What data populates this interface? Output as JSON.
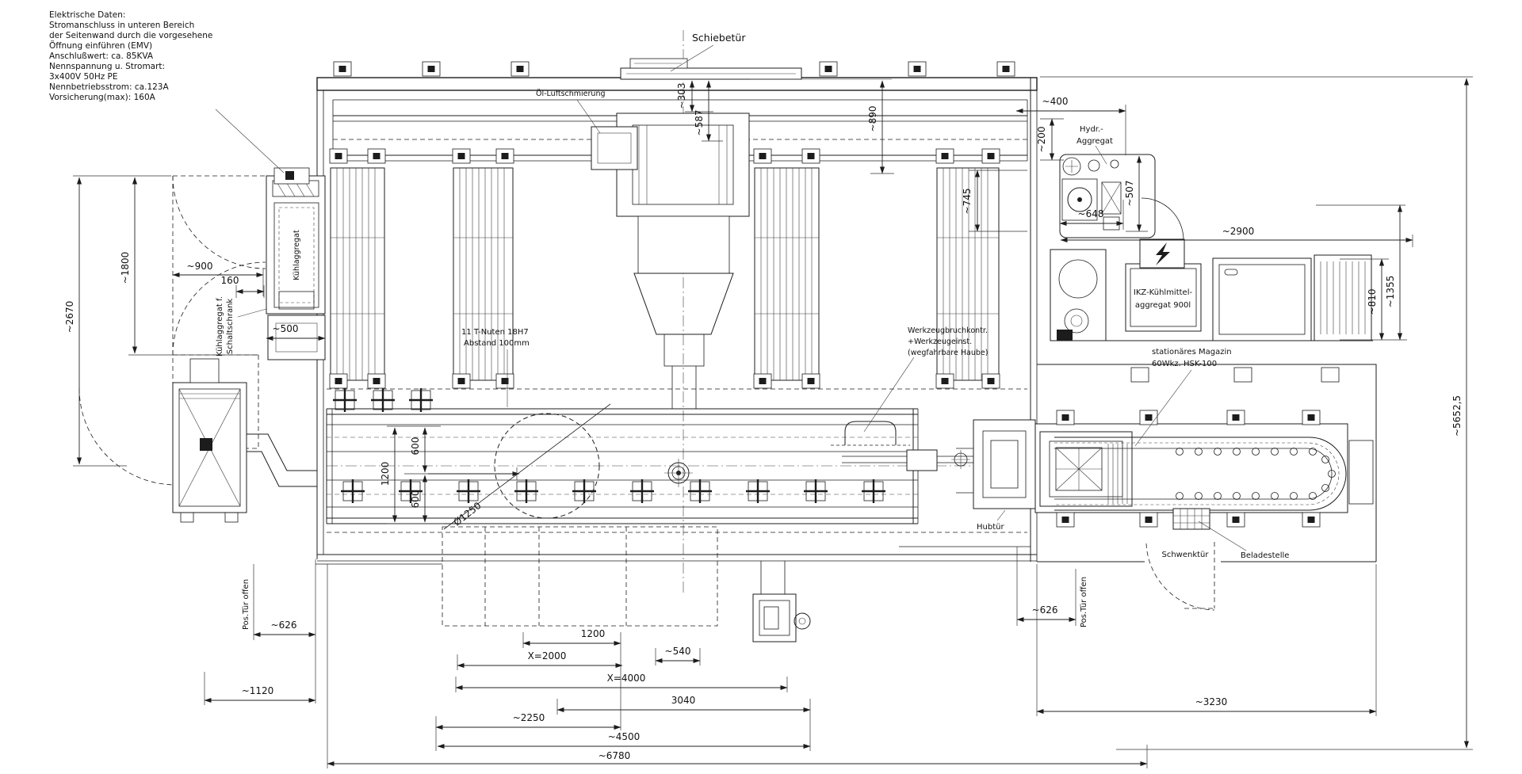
{
  "drawing": {
    "kind": "machine-tool floor plan (top view) CAD drawing",
    "line_color": "#1c1c1c",
    "background": "#ffffff"
  },
  "notes": {
    "electrical": {
      "lines": [
        "Elektrische Daten:",
        "Stromanschluss in unteren Bereich",
        "der Seitenwand durch die vorgesehene",
        "Öffnung einführen (EMV)",
        "Anschlußwert: ca. 85KVA",
        "Nennspannung u. Stromart:",
        "3x400V 50Hz PE",
        "Nennbetriebsstrom: ca.123A",
        "Vorsicherung(max): 160A"
      ]
    }
  },
  "labels": {
    "schiebetuer": "Schiebetür",
    "oel_luftschmierung": "Öl-Luftschmierung",
    "hydr_aggregat": [
      "Hydr.-",
      "Aggregat"
    ],
    "ikz": [
      "IKZ-Kühlmittel-",
      "aggregat 900l"
    ],
    "magazin": [
      "stationäres Magazin",
      "60Wkz. HSK-100"
    ],
    "werkzeugkontrolle": [
      "Werkzeugbruchkontr.",
      "+Werkzeugeinst.",
      "(wegfahrbare Haube)"
    ],
    "t_nuten": [
      "11 T-Nuten 18H7",
      "Abstand 100mm"
    ],
    "kuehlaggregat_schaltschrank": [
      "Kühlaggregat f.",
      "Schaltschrank"
    ],
    "kuehlaggregat_box": "Kühlaggregat",
    "hubtuer": "Hubtür",
    "schwenktuer": "Schwenktür",
    "beladestelle": "Beladestelle",
    "pos_tuer_offen_left": "Pos.Tür offen",
    "pos_tuer_offen_right": "Pos.Tür offen"
  },
  "dimensions": {
    "top": {
      "d303": "~303",
      "d587": "~587",
      "d890": "~890",
      "d400": "~400",
      "d200": "~200",
      "d507": "~507",
      "d648": "~648",
      "d745": "~745",
      "d2900": "~2900"
    },
    "right": {
      "d810": "~810",
      "d1355": "~1355",
      "d5652": "~5652,5"
    },
    "left": {
      "d2670": "~2670",
      "d1800": "~1800",
      "d900": "~900",
      "d160": "160",
      "d500": "~500"
    },
    "table": {
      "d1200": "1200",
      "d600a": "600",
      "d600b": "600",
      "dia1250": "Ø1250"
    },
    "bottom": {
      "d626_left": "~626",
      "d1120": "~1120",
      "d1200": "1200",
      "x2000": "X=2000",
      "d540": "~540",
      "x4000": "X=4000",
      "d3040": "3040",
      "d2250": "~2250",
      "d4500": "~4500",
      "d6780": "~6780",
      "d626_right": "~626",
      "d3230": "~3230"
    }
  }
}
